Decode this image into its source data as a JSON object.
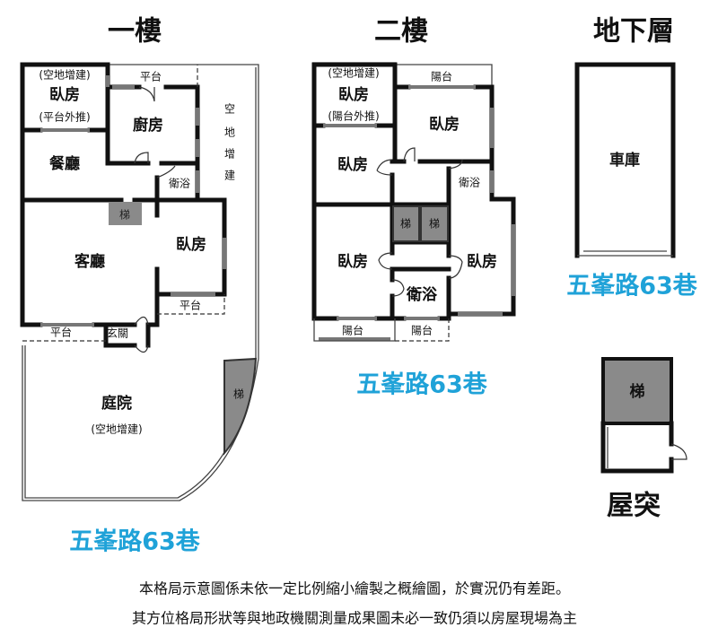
{
  "colors": {
    "street": "#1fa2d8",
    "stair": "#8a8a8a"
  },
  "floors": {
    "first": {
      "title": "一樓",
      "rooms": {
        "bedroom_top_note": "(空地增建)",
        "bedroom_top": "臥房",
        "bedroom_top_note2": "(平台外推)",
        "platform_top": "平台",
        "kitchen": "廚房",
        "dining": "餐廳",
        "bath": "衛浴",
        "vacant_addition": [
          "空",
          "地",
          "增",
          "建"
        ],
        "stair": "梯",
        "living": "客廳",
        "bedroom_right": "臥房",
        "platform_right": "平台",
        "platform_left": "平台",
        "entrance": "玄關",
        "yard": "庭院",
        "yard_note": "(空地增建)",
        "yard_stair": "梯"
      },
      "street": "五峯路63巷"
    },
    "second": {
      "title": "二樓",
      "rooms": {
        "bedroom_top_note": "(空地增建)",
        "bedroom_top": "臥房",
        "bedroom_top_note2": "(陽台外推)",
        "balcony_top": "陽台",
        "bedroom_tr": "臥房",
        "bedroom_left": "臥房",
        "bath_top": "衛浴",
        "stair1": "梯",
        "stair2": "梯",
        "bedroom_bl": "臥房",
        "bedroom_right": "臥房",
        "bath_bottom": "衛浴",
        "balcony_bl": "陽台",
        "balcony_bm": "陽台"
      },
      "street": "五峯路63巷"
    },
    "basement": {
      "title": "地下層",
      "garage": "車庫",
      "street": "五峯路63巷"
    },
    "roof": {
      "title": "屋突",
      "stair": "梯"
    }
  },
  "notes": [
    "本格局示意圖係未依一定比例縮小繪製之概繪圖，於實況仍有差距。",
    "其方位格局形狀等與地政機關測量成果圖未必一致仍須以房屋現場為主"
  ]
}
